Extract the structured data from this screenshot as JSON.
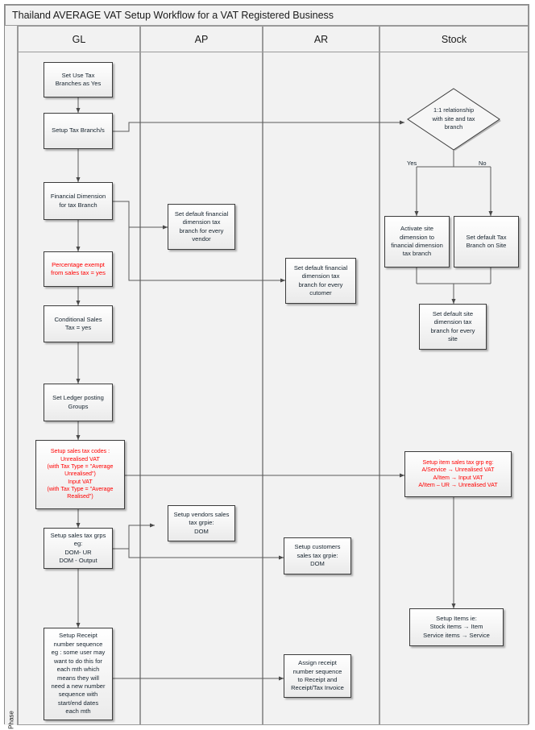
{
  "diagram": {
    "title": "Thailand AVERAGE VAT Setup Workflow for a VAT Registered Business",
    "phase_label": "Phase",
    "type": "swimlane-flowchart",
    "lanes": [
      {
        "id": "gl",
        "label": "GL"
      },
      {
        "id": "ap",
        "label": "AP"
      },
      {
        "id": "ar",
        "label": "AR"
      },
      {
        "id": "stock",
        "label": "Stock"
      }
    ],
    "branch_labels": {
      "yes": "Yes",
      "no": "No"
    },
    "colors": {
      "normal_text": "#16232e",
      "highlight_text": "#ff0000",
      "node_border": "#3c3c3c",
      "lane_border": "#9a9a9a",
      "lane_fill": "#f2f2f2",
      "connector": "#5a5a5a"
    },
    "nodes": {
      "gl1": "Set Use Tax\nBranches as Yes",
      "gl2": "Setup Tax Branch/s",
      "gl3": "Financial Dimension\nfor tax Branch",
      "gl4": "Percentage exempt\nfrom sales tax = yes",
      "gl5": "Conditional Sales\nTax = yes",
      "gl6": "Set Ledger posting\nGroups",
      "gl7": "Setup sales tax codes :\nUnrealised VAT\n(with Tax Type = \"Average\nUnrealised\")\nInput VAT\n(with Tax Type = \"Average\nRealised\")",
      "gl8": "Setup sales tax grps\neg:\nDOM- UR\nDOM - Output",
      "gl9": "Setup Receipt\nnumber sequence\neg : some user may\nwant to do this for\neach mth which\nmeans they will\nneed a new number\nsequence with\nstart/end dates\neach mth",
      "ap1": "Set default financial\ndimension tax\nbranch for every\nvendor",
      "ap2": "Setup vendors sales\ntax grpie:\nDOM",
      "ar1": "Set default financial\ndimension tax\nbranch for every\ncutomer",
      "ar2": "Setup customers\nsales tax grpie:\nDOM",
      "ar3": "Assign receipt\nnumber sequence\nto Receipt and\nReceipt/Tax Invoice",
      "st_decision": "1:1 relationship\nwith site and tax\nbranch",
      "st1": "Activate site\ndimension to\nfinancial dimension\ntax branch",
      "st2": "Set default Tax\nBranch on Site",
      "st3": "Set default site\ndimension tax\nbranch for every\nsite",
      "st4": "Setup item sales tax grp eg:\nA/Service → Unrealised VAT\nA/Item → Input VAT\nA/Item – UR → Unrealised VAT",
      "st5": "Setup Items ie:\nStock items → Item\nService items →   Service"
    }
  }
}
